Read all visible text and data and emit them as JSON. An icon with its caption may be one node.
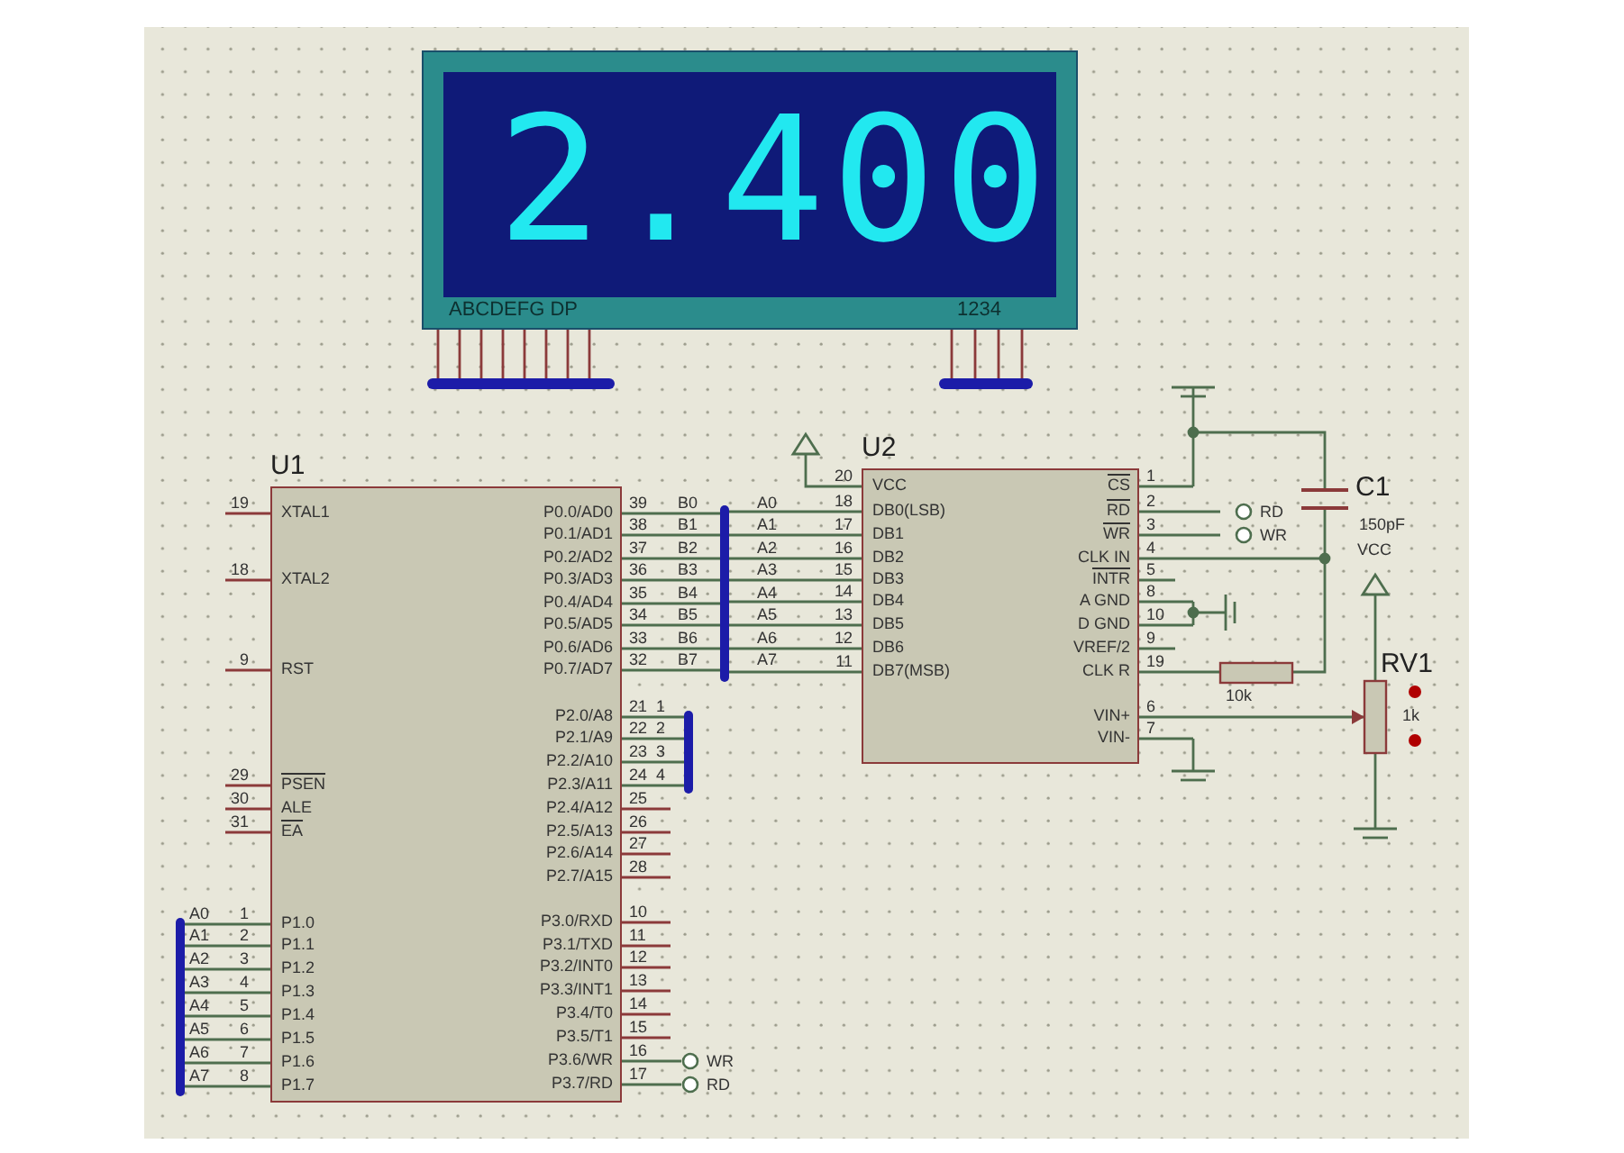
{
  "diagram": {
    "nodes": [
      {
        "text": [
          "2.400",
          "ABCDEFG DP",
          "1234"
        ]
      },
      {
        "text": [
          "U1",
          "XTAL1",
          "XTAL2",
          "RST",
          "PSEN",
          "ALE",
          "EA",
          "P1.0",
          "P1.1",
          "P1.2",
          "P1.3",
          "P1.4",
          "P1.5",
          "P1.6",
          "P1.7",
          "P0.0/AD0",
          "P0.1/AD1",
          "P0.2/AD2",
          "P0.3/AD3",
          "P0.4/AD4",
          "P0.5/AD5",
          "P0.6/AD6",
          "P0.7/AD7",
          "P2.0/A8",
          "P2.1/A9",
          "P2.2/A10",
          "P2.3/A11",
          "P2.4/A12",
          "P2.5/A13",
          "P2.6/A14",
          "P2.7/A15",
          "P3.0/RXD",
          "P3.1/TXD",
          "P3.2/INT0",
          "P3.3/INT1",
          "P3.4/T0",
          "P3.5/T1",
          "P3.6/WR",
          "P3.7/RD"
        ],
        "beside": [
          "19",
          "18",
          "9",
          "29",
          "30",
          "31",
          "1",
          "2",
          "3",
          "4",
          "5",
          "6",
          "7",
          "8",
          "39",
          "38",
          "37",
          "36",
          "35",
          "34",
          "33",
          "32",
          "21",
          "22",
          "23",
          "24",
          "25",
          "26",
          "27",
          "28",
          "10",
          "11",
          "12",
          "13",
          "14",
          "15",
          "16",
          "17"
        ]
      },
      {
        "text": [
          "U2",
          "VCC",
          "DB0(LSB)",
          "DB1",
          "DB2",
          "DB3",
          "DB4",
          "DB5",
          "DB6",
          "DB7(MSB)",
          "CS",
          "RD",
          "WR",
          "CLK IN",
          "INTR",
          "A GND",
          "D GND",
          "VREF/2",
          "CLK R",
          "VIN+",
          "VIN-"
        ],
        "beside": [
          "20",
          "18",
          "17",
          "16",
          "15",
          "14",
          "13",
          "12",
          "11",
          "1",
          "2",
          "3",
          "4",
          "5",
          "8",
          "10",
          "9",
          "19",
          "6",
          "7"
        ]
      }
    ],
    "labels": [
      "B0",
      "B1",
      "B2",
      "B3",
      "B4",
      "B5",
      "B6",
      "B7",
      "A0",
      "A1",
      "A2",
      "A3",
      "A4",
      "A5",
      "A6",
      "A7",
      "1",
      "2",
      "3",
      "4",
      "A0",
      "A1",
      "A2",
      "A3",
      "A4",
      "A5",
      "A6",
      "A7",
      "RD",
      "WR",
      "C1",
      "150pF",
      "VCC",
      "10k",
      "RV1",
      "1k",
      "WR",
      "RD"
    ]
  }
}
